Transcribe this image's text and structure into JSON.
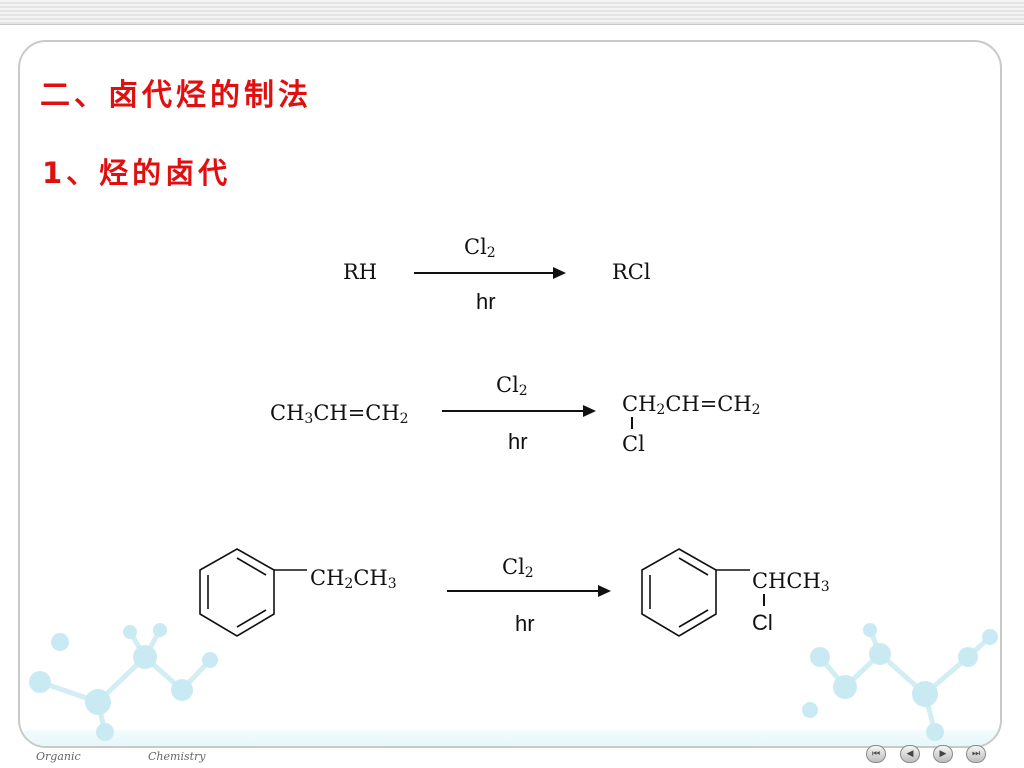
{
  "slide": {
    "title": "二、卤代烃的制法",
    "subtitle": "1、烃的卤代"
  },
  "reaction1": {
    "reactant": "RH",
    "reagent": "Cl",
    "reagent_sub": "2",
    "condition": "hr",
    "product": "RCl"
  },
  "reaction2": {
    "reactant": [
      "CH",
      "3",
      "CH=CH",
      "2"
    ],
    "reagent": "Cl",
    "reagent_sub": "2",
    "condition": "hr",
    "product_main": [
      "CH",
      "2",
      "CH=CH",
      "2"
    ],
    "product_sub": "Cl"
  },
  "reaction3": {
    "reactant_chain": [
      "CH",
      "2",
      "CH",
      "3"
    ],
    "reagent": "Cl",
    "reagent_sub": "2",
    "condition": "hr",
    "product_chain": [
      "CHCH",
      "3"
    ],
    "product_sub": "Cl"
  },
  "footer": {
    "left": "Organic",
    "right": "Chemistry"
  },
  "nav": {
    "first_icon": "first-slide-icon",
    "prev_icon": "previous-slide-icon",
    "next_icon": "next-slide-icon",
    "last_icon": "last-slide-icon"
  },
  "colors": {
    "title": "#e01010",
    "watermark": "#bfe6ee"
  }
}
